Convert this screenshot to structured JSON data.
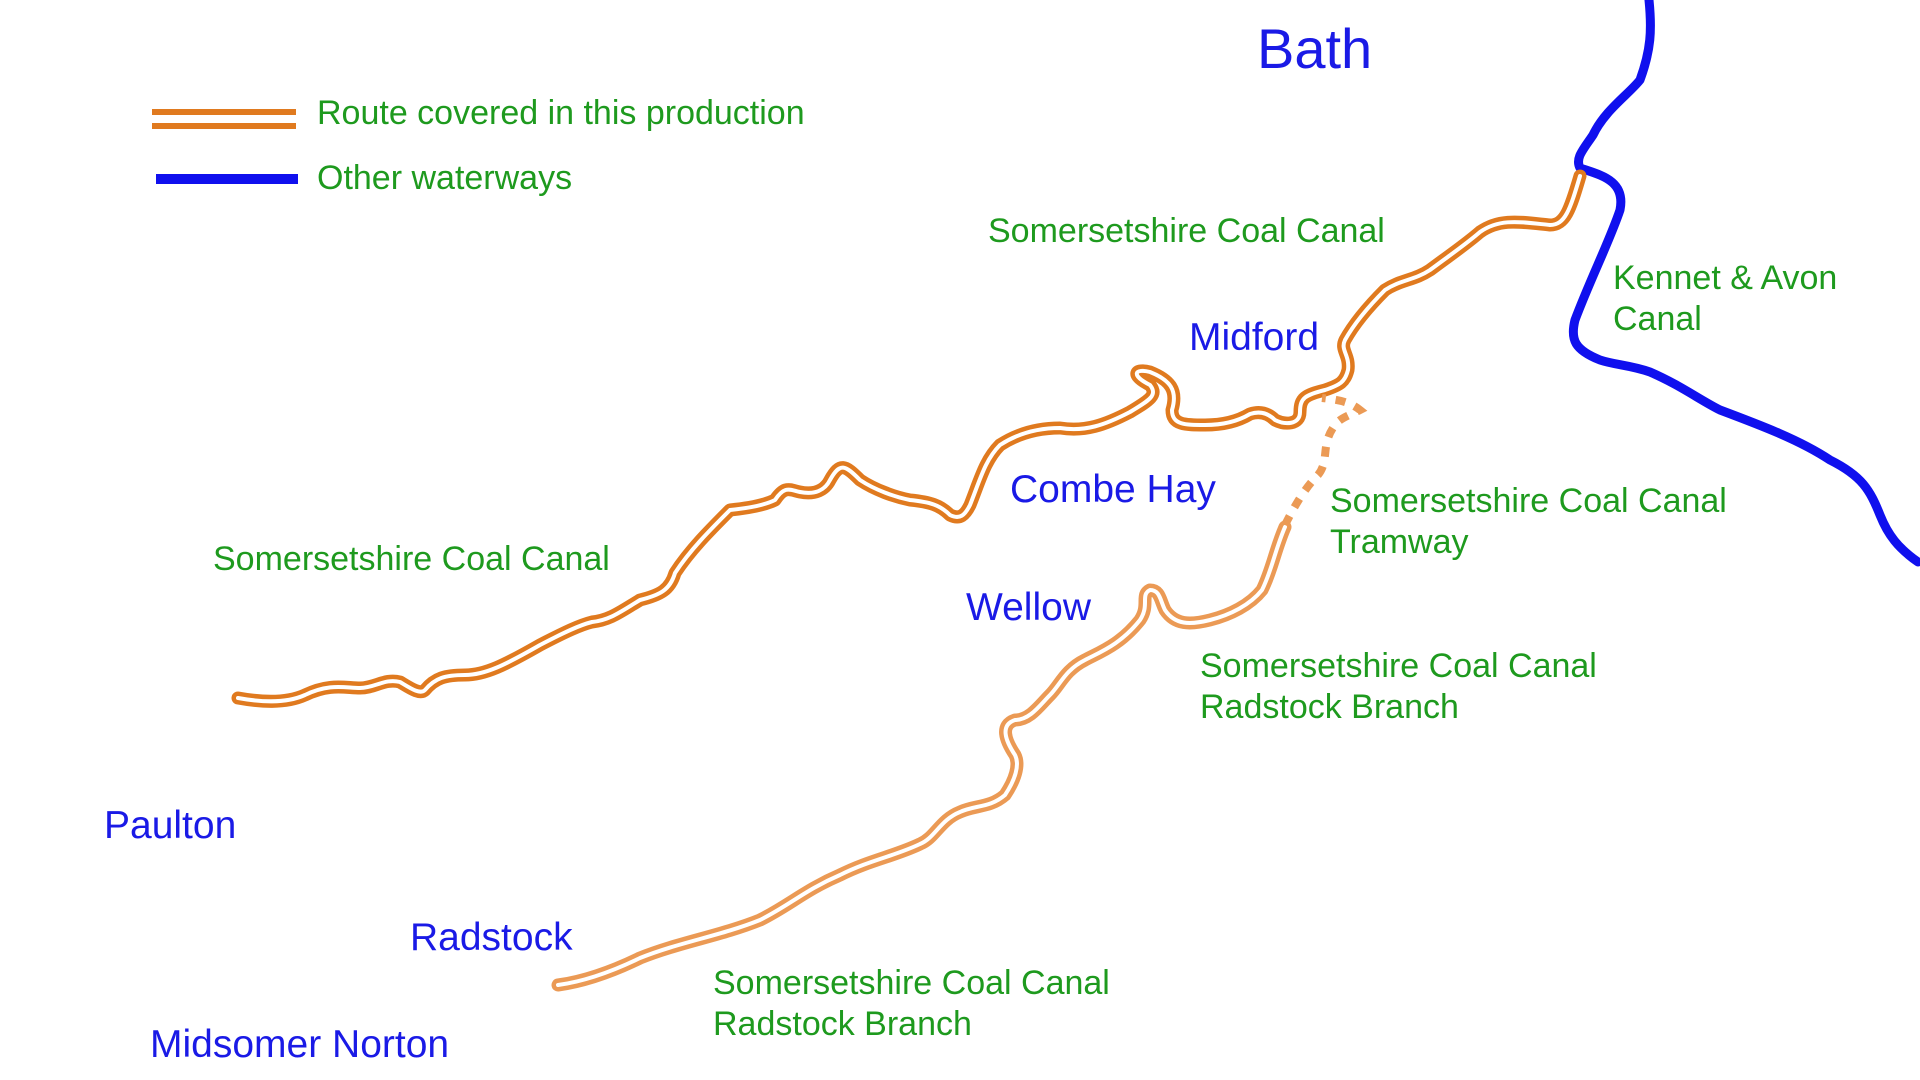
{
  "colors": {
    "route": "#e07a1f",
    "branch": "#eb9a55",
    "waterway": "#1010ee",
    "place_text": "#1a1ae6",
    "canal_text": "#1e9a1e",
    "background": "#ffffff"
  },
  "legend": {
    "route_label": "Route covered in this production",
    "waterway_label": "Other waterways"
  },
  "places": {
    "bath": "Bath",
    "midford": "Midford",
    "combe_hay": "Combe Hay",
    "wellow": "Wellow",
    "paulton": "Paulton",
    "radstock": "Radstock",
    "midsomer_norton": "Midsomer Norton"
  },
  "canals": {
    "coal_canal_north": "Somersetshire Coal Canal",
    "coal_canal_west": "Somersetshire Coal Canal",
    "kennet_avon_line1": "Kennet & Avon",
    "kennet_avon_line2": "Canal",
    "tramway_line1": "Somersetshire Coal Canal",
    "tramway_line2": "Tramway",
    "radstock_branch_upper_line1": "Somersetshire Coal Canal",
    "radstock_branch_upper_line2": "Radstock Branch",
    "radstock_branch_lower_line1": "Somersetshire Coal Canal",
    "radstock_branch_lower_line2": "Radstock Branch"
  }
}
